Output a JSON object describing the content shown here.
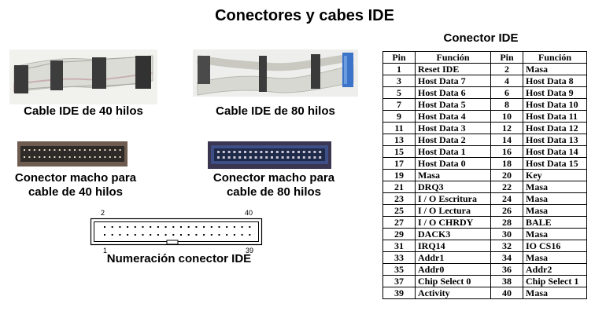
{
  "title": "Conectores y cabes IDE",
  "captions": {
    "cable40": "Cable IDE de 40 hilos",
    "cable80": "Cable IDE de 80 hilos",
    "conn40_line1": "Conector macho para",
    "conn40_line2": "cable de 40 hilos",
    "conn80_line1": "Conector macho para",
    "conn80_line2": "cable de 80 hilos",
    "numbering": "Numeración conector IDE"
  },
  "diagram": {
    "top_left": "2",
    "top_right": "40",
    "bottom_left": "1",
    "bottom_right": "39"
  },
  "table": {
    "title": "Conector IDE",
    "headers": [
      "Pin",
      "Función",
      "Pin",
      "Función"
    ],
    "rows": [
      [
        "1",
        "Reset IDE",
        "2",
        "Masa"
      ],
      [
        "3",
        "Host Data 7",
        "4",
        "Host Data 8"
      ],
      [
        "5",
        "Host Data 6",
        "6",
        "Host Data 9"
      ],
      [
        "7",
        "Host Data 5",
        "8",
        "Host Data 10"
      ],
      [
        "9",
        "Host Data 4",
        "10",
        "Host Data 11"
      ],
      [
        "11",
        "Host Data 3",
        "12",
        "Host Data 12"
      ],
      [
        "13",
        "Host Data 2",
        "14",
        "Host Data 13"
      ],
      [
        "15",
        "Host Data 1",
        "16",
        "Host Data 14"
      ],
      [
        "17",
        "Host Data 0",
        "18",
        "Host Data 15"
      ],
      [
        "19",
        "Masa",
        "20",
        "Key"
      ],
      [
        "21",
        "DRQ3",
        "22",
        "Masa"
      ],
      [
        "23",
        "I / O Escritura",
        "24",
        "Masa"
      ],
      [
        "25",
        "I / O Lectura",
        "26",
        "Masa"
      ],
      [
        "27",
        "I / O CHRDY",
        "28",
        "BALE"
      ],
      [
        "29",
        "DACK3",
        "30",
        "Masa"
      ],
      [
        "31",
        "IRQ14",
        "32",
        "IO CS16"
      ],
      [
        "33",
        "Addr1",
        "34",
        "Masa"
      ],
      [
        "35",
        "Addr0",
        "36",
        "Addr2"
      ],
      [
        "37",
        "Chip Select 0",
        "38",
        "Chip Select 1"
      ],
      [
        "39",
        "Activity",
        "40",
        "Masa"
      ]
    ]
  }
}
